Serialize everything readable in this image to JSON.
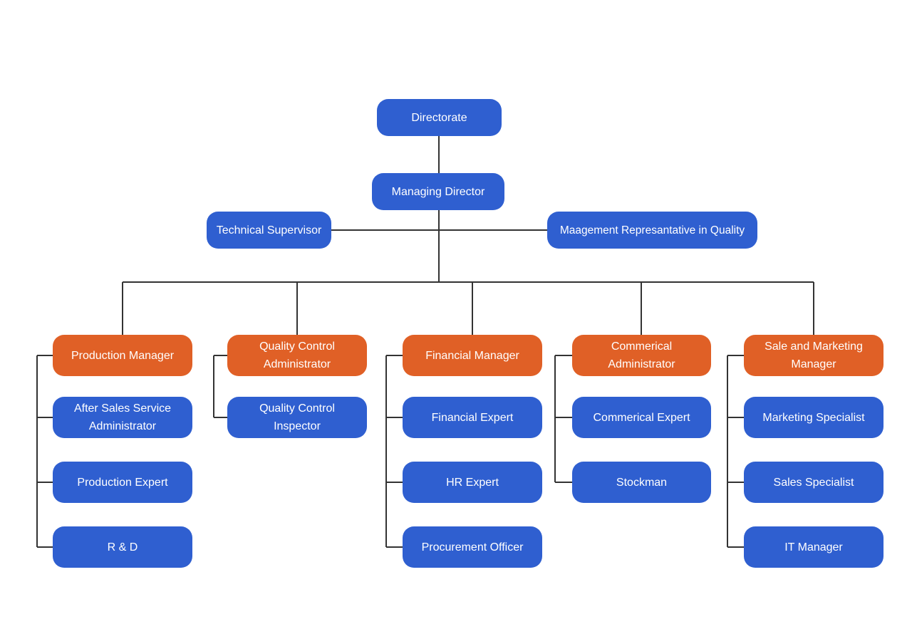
{
  "colors": {
    "blue": "#2f5fd0",
    "orange": "#e06026",
    "line": "#333333"
  },
  "chart": {
    "top": {
      "directorate": "Directorate",
      "managing_director": "Managing Director"
    },
    "staff": {
      "technical_supervisor": "Technical Supervisor",
      "management_representative": "Maagement Represantative in Quality"
    },
    "departments": {
      "production": {
        "head": "Production Manager",
        "members": [
          "After Sales Service\nAdministrator",
          "Production Expert",
          "R & D"
        ]
      },
      "quality": {
        "head": "Quality Control\nAdministrator",
        "members": [
          "Quality Control\nInspector"
        ]
      },
      "financial": {
        "head": "Financial Manager",
        "members": [
          "Financial Expert",
          "HR Expert",
          "Procurement Officer"
        ]
      },
      "commercial": {
        "head": "Commerical\nAdministrator",
        "members": [
          "Commerical Expert",
          "Stockman"
        ]
      },
      "sales": {
        "head": "Sale and Marketing\nManager",
        "members": [
          "Marketing Specialist",
          "Sales Specialist",
          "IT Manager"
        ]
      }
    }
  }
}
